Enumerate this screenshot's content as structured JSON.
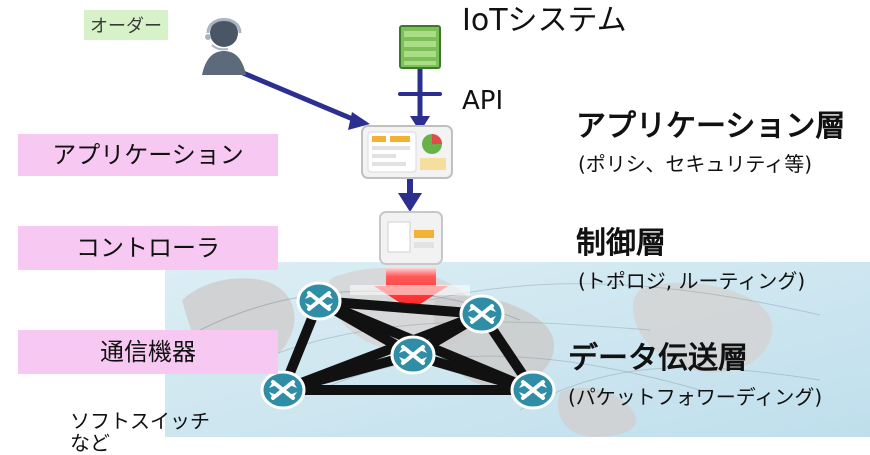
{
  "labels": {
    "order": "オーダー",
    "iot_system": "IoTシステム",
    "api": "API",
    "application_box": "アプリケーション",
    "controller_box": "コントローラ",
    "comm_equipment_box": "通信機器",
    "software_switch": "ソフトスイッチ\nなど"
  },
  "layers": {
    "application_title": "アプリケーション層",
    "application_sub": "(ポリシ、セキュリティ等)",
    "control_title": "制御層",
    "control_sub": "(トポロジ, ルーティング)",
    "data_title": "データ伝送層",
    "data_sub": "(パケットフォワーディング)"
  },
  "colors": {
    "pink_label_bg": "#f7c9f2",
    "green_label_bg": "#d7f2c8",
    "arrow_navy": "#2b2f8f",
    "router_teal": "#2f8ea6",
    "red_arrow": "#ff2a2a"
  },
  "icons": {
    "operator": "operator-headset-icon",
    "server": "server-rack-icon",
    "dashboard": "application-dashboard-icon",
    "controller": "controller-box-icon",
    "router": "router-icon",
    "world_map": "world-map-background"
  }
}
